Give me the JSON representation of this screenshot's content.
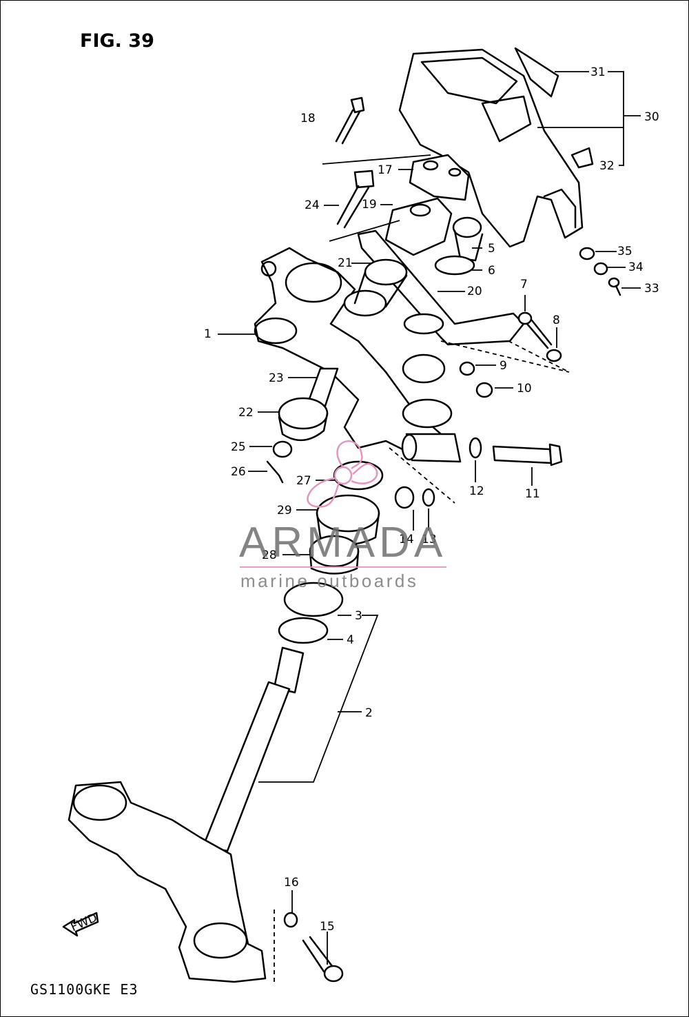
{
  "figure_title": "FIG. 39",
  "model_code": "GS1100GKE E3",
  "watermark": {
    "brand": "ARMADA",
    "tagline": "marine outboards",
    "accent_color": "#e296be"
  },
  "direction_marker": "FWD",
  "part_labels": {
    "p1": "1",
    "p2": "2",
    "p3": "3",
    "p4": "4",
    "p5": "5",
    "p6": "6",
    "p7": "7",
    "p8": "8",
    "p9": "9",
    "p10": "10",
    "p11": "11",
    "p12": "12",
    "p13": "13",
    "p14": "14",
    "p15": "15",
    "p16": "16",
    "p17": "17",
    "p18": "18",
    "p19": "19",
    "p20": "20",
    "p21": "21",
    "p22": "22",
    "p23": "23",
    "p24": "24",
    "p25": "25",
    "p26": "26",
    "p27": "27",
    "p28": "28",
    "p29": "29",
    "p30": "30",
    "p31": "31",
    "p32": "32",
    "p33": "33",
    "p34": "34",
    "p35": "35"
  }
}
